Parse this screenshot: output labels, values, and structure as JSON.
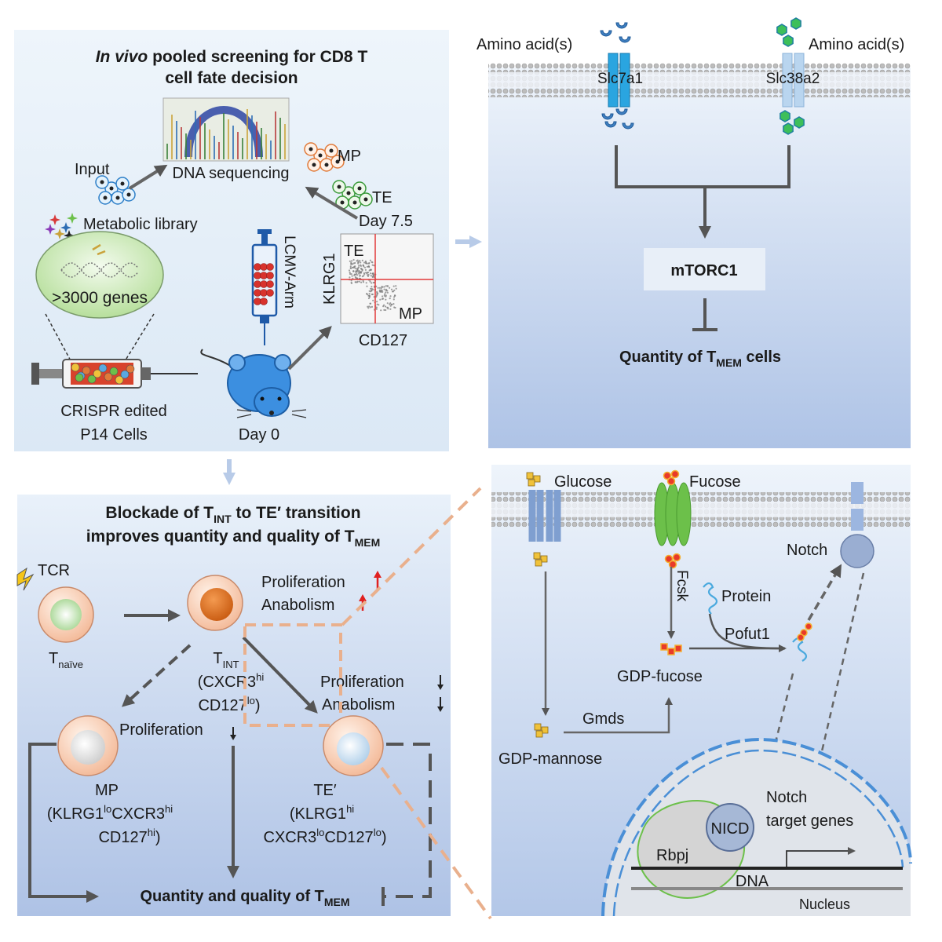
{
  "panel_a": {
    "title_italic": "In vivo",
    "title_rest": " pooled screening for CD8 T",
    "title_line2": "cell fate decision",
    "dna_sequencing": "DNA sequencing",
    "input": "Input",
    "metabolic_library": "Metabolic library",
    "genes": ">3000 genes",
    "crispr_line1": "CRISPR edited",
    "crispr_line2": "P14 Cells",
    "day0": "Day 0",
    "lcmv": "LCMV-Arm",
    "mp": "MP",
    "te": "TE",
    "day75": "Day 7.5",
    "klrg1": "KLRG1",
    "cd127": "CD127",
    "flow_te": "TE",
    "flow_mp": "MP"
  },
  "panel_b": {
    "amino_left": "Amino acid(s)",
    "amino_right": "Amino acid(s)",
    "slc7a1": "Slc7a1",
    "slc38a2": "Slc38a2",
    "mtorc1": "mTORC1",
    "quantity_pre": "Quantity of T",
    "quantity_sub": "MEM",
    "quantity_post": " cells"
  },
  "panel_c": {
    "title1_pre": "Blockade of T",
    "title1_sub": "INT",
    "title1_post": " to TE′ transition",
    "title2_pre": "improves quantity and quality of T",
    "title2_sub": "MEM",
    "tcr": "TCR",
    "tnaive_main": "T",
    "tnaive_sub": "naïve",
    "tint_main": "T",
    "tint_sub": "INT",
    "tint_l2_pre": "(CXCR3",
    "tint_l2_sup": "hi",
    "tint_l3_pre": "CD127",
    "tint_l3_sup": "lo",
    "tint_l3_post": ")",
    "prolif_up": "Proliferation",
    "anab_up": "Anabolism",
    "prolif_down_r": "Proliferation",
    "anab_down_r": "Anabolism",
    "prolif_down_l": "Proliferation",
    "mp_label": "MP",
    "mp_l2_a": "(KLRG1",
    "mp_l2_s1": "lo",
    "mp_l2_b": "CXCR3",
    "mp_l2_s2": "hi",
    "mp_l3_a": "CD127",
    "mp_l3_s": "hi",
    "mp_l3_b": ")",
    "te_label": "TE′",
    "te_l2_a": "(KLRG1",
    "te_l2_s": "hi",
    "te_l3_a": "CXCR3",
    "te_l3_s1": "lo",
    "te_l3_b": "CD127",
    "te_l3_s2": "lo",
    "te_l3_c": ")",
    "quality_pre": "Quantity and quality of T",
    "quality_sub": "MEM"
  },
  "panel_d": {
    "glucose": "Glucose",
    "fucose": "Fucose",
    "notch": "Notch",
    "fcsk": "Fcsk",
    "protein": "Protein",
    "pofut1": "Pofut1",
    "gdp_fucose": "GDP-fucose",
    "gmds": "Gmds",
    "gdp_mannose": "GDP-mannose",
    "notch_target1": "Notch",
    "notch_target2": "target genes",
    "nicd": "NICD",
    "rbpj": "Rbpj",
    "dna": "DNA",
    "nucleus": "Nucleus"
  },
  "colors": {
    "panel_bg_top": "#e8f1fa",
    "panel_bg_bottom": "#b8cbe8",
    "arrow_gray": "#555555",
    "cell_orange": "#f5c6a8",
    "nucleus_orange": "#e07020",
    "transporter_blue": "#29a3dc",
    "transporter_light": "#b7d4ee",
    "fucose_green": "#6cc04a",
    "dashed_orange": "#e9b08d",
    "nucleus_border": "#4a8fd6",
    "red_arrow": "#e02020"
  }
}
